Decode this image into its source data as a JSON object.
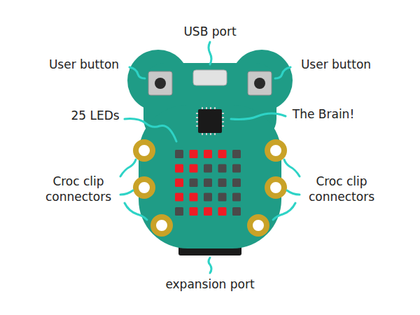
{
  "diagram": {
    "labels": [
      "USB port",
      "User button",
      "User button",
      "25 LEDs",
      "The Brain!",
      "Croc clip connectors",
      "Croc clip connectors",
      "expansion port"
    ]
  }
}
